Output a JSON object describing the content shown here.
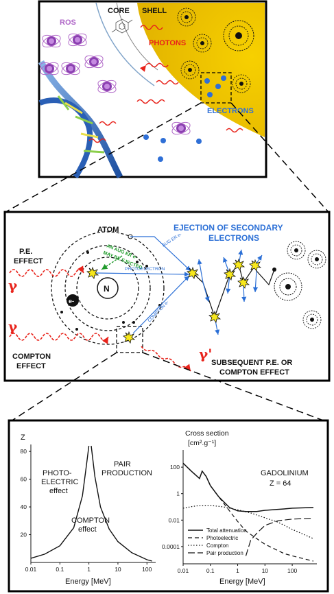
{
  "colors": {
    "shell_gold": "#f2c200",
    "photon_red": "#e8231b",
    "electron_blue": "#2f6fd6",
    "ejection_blue": "#2b6fd6",
    "auger_green": "#1f9a2a",
    "ros_purple": "#b068c8"
  },
  "panel1": {
    "ros": "ROS",
    "core": "CORE",
    "shell": "SHELL",
    "photons": "PHOTONS",
    "electrons": "ELECTRONS"
  },
  "panel2": {
    "atom": "ATOM",
    "pe_effect_line1": "P.E.",
    "pe_effect_line2": "EFFECT",
    "gamma": "γ",
    "gamma_prime": "γ'",
    "nucleus": "N",
    "electron": "e-",
    "auger_note_line1": "AN AUG ER e-",
    "auger_note_line2": "MAY BE EJECTED",
    "auger_electron": "AUG ER e-",
    "photoelectron": "PHOTOELECTRON",
    "compton_electron": "COMPTON e-",
    "ejection_line1": "EJECTION OF SECONDARY",
    "ejection_line2": "ELECTRONS",
    "compton_line1": "COMPTON",
    "compton_line2": "EFFECT",
    "subsequent_line1": "SUBSEQUENT P.E. OR",
    "subsequent_line2": "COMPTON EFFECT"
  },
  "panel3": {
    "left_chart": {
      "ylabel": "Z",
      "xlabel": "Energy [MeV]",
      "yticks": [
        "20",
        "40",
        "60",
        "80"
      ],
      "xticks": [
        "0.01",
        "0.1",
        "1",
        "10",
        "100"
      ],
      "region_photo_1": "PHOTO-",
      "region_photo_2": "ELECTRIC",
      "region_photo_3": "effect",
      "region_pair_1": "PAIR",
      "region_pair_2": "PRODUCTION",
      "region_compton_1": "COMPTON",
      "region_compton_2": "effect"
    },
    "right_chart": {
      "ylabel_line1": "Cross section",
      "ylabel_line2": "[cm².g⁻¹]",
      "xlabel": "Energy [MeV]",
      "yticks": [
        "100",
        "1",
        "0.01",
        "0.0001"
      ],
      "xticks": [
        "0.01",
        "0.1",
        "1",
        "10",
        "100"
      ],
      "element_line1": "GADOLINIUM",
      "element_line2": "Z = 64",
      "legend": [
        "Total attenuation",
        "Photoelectric",
        "Compton",
        "Pair production"
      ]
    }
  },
  "chart_data": [
    {
      "type": "line",
      "xlabel": "Energy [MeV]",
      "ylabel": "Z",
      "xscale": "log",
      "xlim": [
        0.01,
        200
      ],
      "ylim": [
        0,
        85
      ],
      "yticks": [
        20,
        40,
        60,
        80
      ],
      "xticks": [
        0.01,
        0.1,
        1,
        10,
        100
      ],
      "series": [
        {
          "x": [
            0.01,
            0.03,
            0.1,
            0.3,
            0.6,
            0.8,
            1.0
          ],
          "y": [
            3,
            6,
            12,
            25,
            48,
            68,
            84
          ]
        },
        {
          "x": [
            1.2,
            1.6,
            2.5,
            5,
            10,
            30,
            100,
            150
          ],
          "y": [
            84,
            62,
            40,
            24,
            15,
            7,
            2,
            1
          ]
        }
      ],
      "annotations": [
        "PHOTO-ELECTRIC effect",
        "COMPTON effect",
        "PAIR PRODUCTION"
      ]
    },
    {
      "type": "line",
      "title": "GADOLINIUM Z = 64",
      "xlabel": "Energy [MeV]",
      "ylabel": "Cross section [cm².g⁻¹]",
      "xscale": "log",
      "yscale": "log",
      "xlim": [
        0.01,
        800
      ],
      "ylim": [
        5e-06,
        2000
      ],
      "yticks": [
        100,
        1,
        0.01,
        0.0001
      ],
      "xticks": [
        0.01,
        0.1,
        1,
        10,
        100
      ],
      "legend_position": "bottom-left",
      "series": [
        {
          "name": "Total attenuation",
          "x": [
            0.01,
            0.02,
            0.04,
            0.05,
            0.07,
            0.1,
            0.2,
            0.5,
            1,
            2,
            5,
            10,
            50,
            100,
            600
          ],
          "y": [
            200,
            50,
            14,
            50,
            20,
            4,
            0.6,
            0.09,
            0.05,
            0.045,
            0.045,
            0.055,
            0.07,
            0.08,
            0.09
          ]
        },
        {
          "name": "Photoelectric",
          "x": [
            0.01,
            0.02,
            0.04,
            0.05,
            0.07,
            0.1,
            0.2,
            0.5,
            1,
            2,
            5,
            10,
            50,
            100,
            600
          ],
          "y": [
            200,
            50,
            14,
            50,
            20,
            4,
            0.6,
            0.05,
            0.008,
            0.0015,
            0.0004,
            0.00015,
            3e-05,
            2e-05,
            8e-06
          ]
        },
        {
          "name": "Compton",
          "x": [
            0.01,
            0.03,
            0.1,
            0.3,
            1,
            3,
            10,
            30,
            100,
            600
          ],
          "y": [
            0.08,
            0.12,
            0.13,
            0.1,
            0.06,
            0.035,
            0.015,
            0.007,
            0.002,
            0.0004
          ]
        },
        {
          "name": "Pair production",
          "x": [
            2,
            3,
            5,
            10,
            30,
            100,
            600
          ],
          "y": [
            2e-05,
            0.0003,
            0.001,
            0.004,
            0.009,
            0.012,
            0.014
          ]
        }
      ]
    }
  ]
}
